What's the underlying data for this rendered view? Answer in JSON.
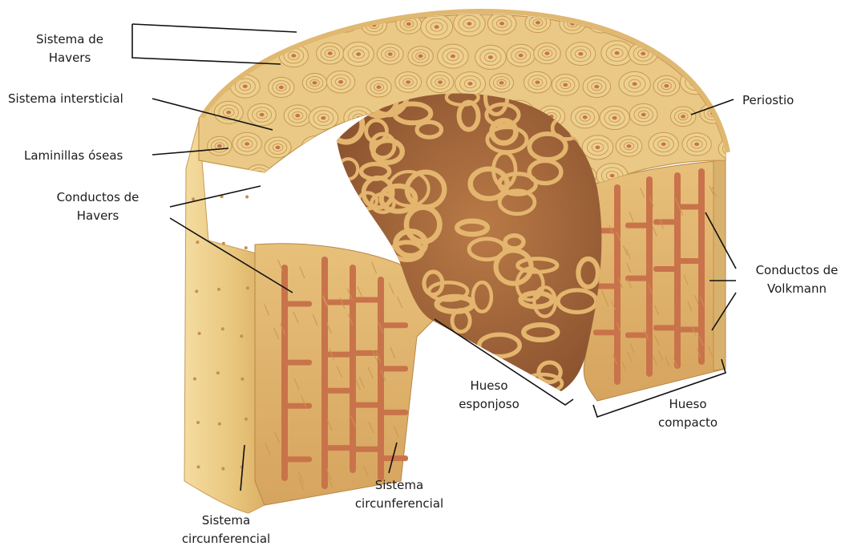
{
  "labels": {
    "sistema_havers": [
      "Sistema de",
      "Havers"
    ],
    "sistema_intersticial": "Sistema intersticial",
    "laminillas": "Laminillas óseas",
    "conductos_havers": [
      "Conductos de",
      "Havers"
    ],
    "periostio": "Periostio",
    "conductos_volkmann": [
      "Conductos de",
      "Volkmann"
    ],
    "hueso_esponjoso": [
      "Hueso",
      "esponjoso"
    ],
    "hueso_compacto": [
      "Hueso",
      "compacto"
    ],
    "sistema_circ_1": [
      "Sistema",
      "circunferencial"
    ],
    "sistema_circ_2": [
      "Sistema",
      "circunferencial"
    ]
  },
  "colors": {
    "bone_light": "#edd08e",
    "bone_mid": "#e2b86a",
    "bone_dark": "#c99752",
    "canal": "#c9734a",
    "spongy_bg": "#a7683f",
    "spongy_trab": "#e4b56e",
    "line": "#111111"
  }
}
